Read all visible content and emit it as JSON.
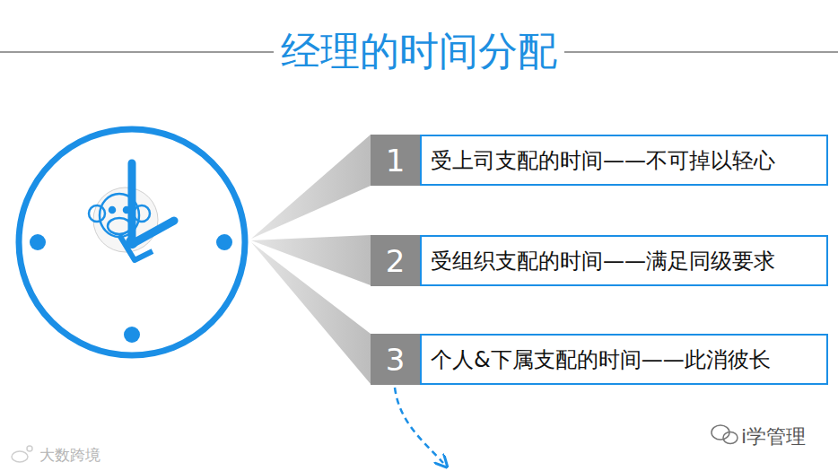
{
  "diagram": {
    "title": "经理的时间分配",
    "nodes": [
      {
        "text": [
          "1",
          "受上司支配的时间——不可掉以轻心"
        ]
      },
      {
        "text": [
          "2",
          "受组织支配的时间——满足同级要求"
        ]
      },
      {
        "text": [
          "3",
          "个人&下属支配的时间——此消彼长"
        ]
      }
    ],
    "edges": [],
    "labels": [
      "大数跨境",
      "i学管理"
    ]
  }
}
